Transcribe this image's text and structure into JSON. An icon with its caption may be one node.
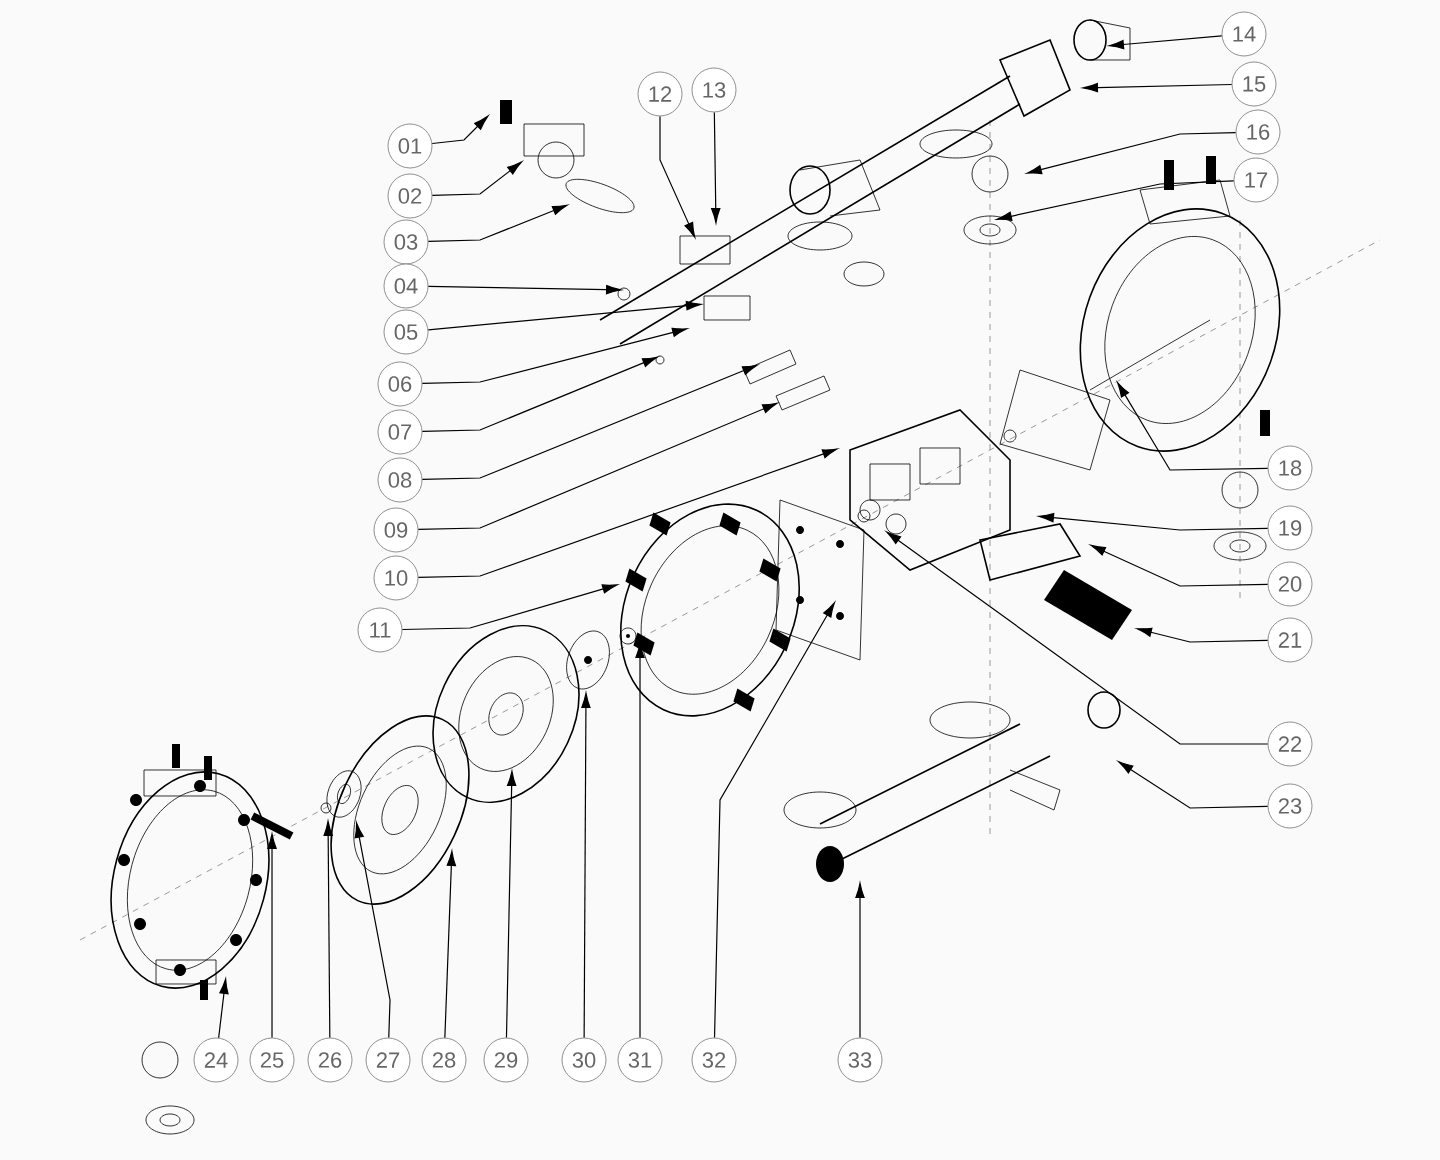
{
  "diagram": {
    "nodes": [
      {
        "text": [
          "01"
        ]
      },
      {
        "text": [
          "02"
        ]
      },
      {
        "text": [
          "03"
        ]
      },
      {
        "text": [
          "04"
        ]
      },
      {
        "text": [
          "05"
        ]
      },
      {
        "text": [
          "06"
        ]
      },
      {
        "text": [
          "07"
        ]
      },
      {
        "text": [
          "08"
        ]
      },
      {
        "text": [
          "09"
        ]
      },
      {
        "text": [
          "10"
        ]
      },
      {
        "text": [
          "11"
        ]
      },
      {
        "text": [
          "12"
        ]
      },
      {
        "text": [
          "13"
        ]
      },
      {
        "text": [
          "14"
        ]
      },
      {
        "text": [
          "15"
        ]
      },
      {
        "text": [
          "16"
        ]
      },
      {
        "text": [
          "17"
        ]
      },
      {
        "text": [
          "18"
        ]
      },
      {
        "text": [
          "19"
        ]
      },
      {
        "text": [
          "20"
        ]
      },
      {
        "text": [
          "21"
        ]
      },
      {
        "text": [
          "22"
        ]
      },
      {
        "text": [
          "23"
        ]
      },
      {
        "text": [
          "24"
        ]
      },
      {
        "text": [
          "25"
        ]
      },
      {
        "text": [
          "26"
        ]
      },
      {
        "text": [
          "27"
        ]
      },
      {
        "text": [
          "28"
        ]
      },
      {
        "text": [
          "29"
        ]
      },
      {
        "text": [
          "30"
        ]
      },
      {
        "text": [
          "31"
        ]
      },
      {
        "text": [
          "32"
        ]
      },
      {
        "text": [
          "33"
        ]
      },
      {
        "text": [],
        "shape": "bar"
      }
    ],
    "edges": [
      {
        "from": 0,
        "to": null,
        "arrow": "to"
      },
      {
        "from": 1,
        "to": null,
        "arrow": "to"
      },
      {
        "from": 2,
        "to": null,
        "arrow": "to"
      },
      {
        "from": 3,
        "to": null,
        "arrow": "to"
      },
      {
        "from": 4,
        "to": null,
        "arrow": "to"
      },
      {
        "from": 5,
        "to": null,
        "arrow": "to"
      },
      {
        "from": 6,
        "to": null,
        "arrow": "to"
      },
      {
        "from": 7,
        "to": null,
        "arrow": "to"
      },
      {
        "from": 8,
        "to": null,
        "arrow": "to"
      },
      {
        "from": 9,
        "to": null,
        "arrow": "to"
      },
      {
        "from": 10,
        "to": null,
        "arrow": "to"
      },
      {
        "from": 11,
        "to": null,
        "arrow": "to"
      },
      {
        "from": 12,
        "to": null,
        "arrow": "to"
      },
      {
        "from": 13,
        "to": null,
        "arrow": "to"
      },
      {
        "from": 14,
        "to": null,
        "arrow": "to"
      },
      {
        "from": 15,
        "to": null,
        "arrow": "to"
      },
      {
        "from": 16,
        "to": null,
        "arrow": "to"
      },
      {
        "from": 17,
        "to": null,
        "arrow": "to"
      },
      {
        "from": 18,
        "to": null,
        "arrow": "to"
      },
      {
        "from": 19,
        "to": null,
        "arrow": "to"
      },
      {
        "from": 20,
        "to": null,
        "arrow": "to"
      },
      {
        "from": 21,
        "to": null,
        "arrow": "to"
      },
      {
        "from": 22,
        "to": null,
        "arrow": "to"
      },
      {
        "from": 23,
        "to": null,
        "arrow": "to"
      },
      {
        "from": 24,
        "to": 33,
        "arrow": "to"
      },
      {
        "from": 25,
        "to": null,
        "arrow": "to"
      },
      {
        "from": 26,
        "to": null,
        "arrow": "to"
      },
      {
        "from": 27,
        "to": null,
        "arrow": "to"
      },
      {
        "from": 28,
        "to": null,
        "arrow": "to"
      },
      {
        "from": 29,
        "to": null,
        "arrow": "to"
      },
      {
        "from": 30,
        "to": null,
        "arrow": "to"
      },
      {
        "from": 31,
        "to": null,
        "arrow": "to"
      },
      {
        "from": 32,
        "to": null,
        "arrow": "to"
      }
    ]
  }
}
